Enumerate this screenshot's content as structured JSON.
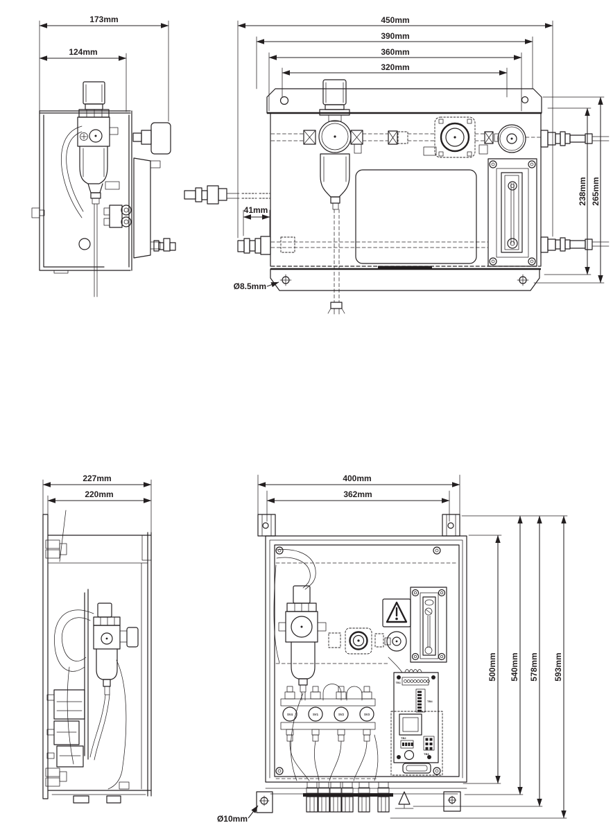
{
  "drawing": {
    "background": "#ffffff",
    "line_color": "#231f20",
    "views": {
      "side_top": {
        "dim_w1": "173mm",
        "dim_w2": "124mm"
      },
      "front_top": {
        "dim_w1": "450mm",
        "dim_w2": "390mm",
        "dim_w3": "360mm",
        "dim_w4": "320mm",
        "dim_offset": "41mm",
        "dim_hole": "Ø8.5mm",
        "dim_h1": "238mm",
        "dim_h2": "265mm"
      },
      "side_bottom": {
        "dim_w1": "227mm",
        "dim_w2": "220mm"
      },
      "front_bottom": {
        "dim_w1": "400mm",
        "dim_w2": "362mm",
        "dim_h1": "500mm",
        "dim_h2": "540mm",
        "dim_h3": "578mm",
        "dim_h4": "593mm",
        "dim_hole": "Ø10mm",
        "solenoids": [
          "SV4",
          "SV1",
          "SV2",
          "SV3"
        ],
        "terminals": {
          "tb1": "TB1",
          "tb2": "TB2",
          "tb3": "TB3",
          "tb4": "TB4"
        }
      }
    }
  }
}
